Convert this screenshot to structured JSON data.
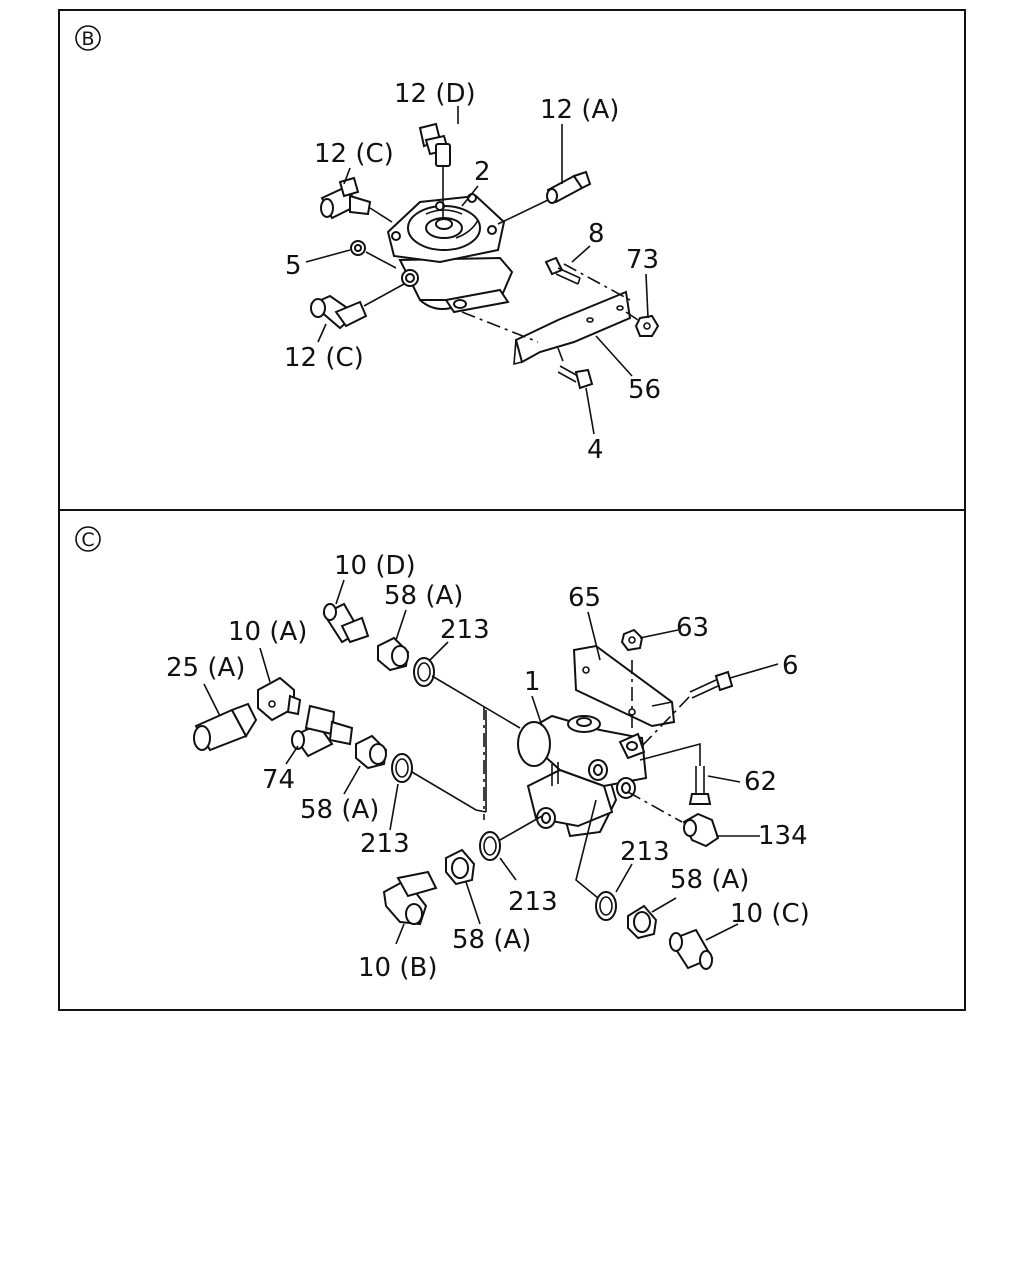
{
  "panels": {
    "b": {
      "marker": "B",
      "labels": {
        "l12d": "12 (D)",
        "l12a": "12 (A)",
        "l12c_top": "12 (C)",
        "l2": "2",
        "l8": "8",
        "l73": "73",
        "l5": "5",
        "l12c_bottom": "12 (C)",
        "l56": "56",
        "l4": "4"
      }
    },
    "c": {
      "marker": "C",
      "labels": {
        "l10d": "10 (D)",
        "l58a_top": "58 (A)",
        "l213_top": "213",
        "l65": "65",
        "l63": "63",
        "l6": "6",
        "l10a": "10 (A)",
        "l25a": "25 (A)",
        "l1": "1",
        "l74": "74",
        "l58a_mid": "58 (A)",
        "l62": "62",
        "l134": "134",
        "l213_mid": "213",
        "l213_right": "213",
        "l58a_right": "58 (A)",
        "l213_bottom": "213",
        "l10c": "10 (C)",
        "l58a_bottom": "58 (A)",
        "l10b": "10 (B)"
      }
    }
  }
}
